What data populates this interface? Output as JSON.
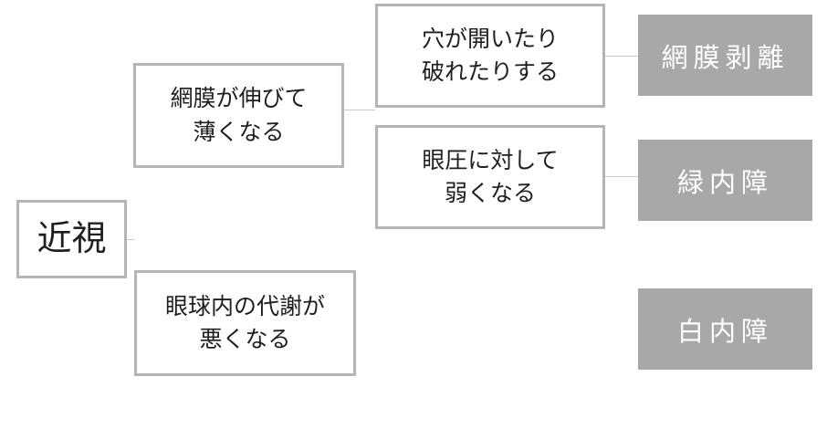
{
  "root": {
    "label": "近視"
  },
  "causes": [
    {
      "id": "retina-thin",
      "label": "網膜が伸びて\n薄くなる"
    },
    {
      "id": "metabolism",
      "label": "眼球内の代謝が\n悪くなる"
    }
  ],
  "effects": [
    {
      "id": "hole",
      "label": "穴が開いたり\n破れたりする"
    },
    {
      "id": "pressure",
      "label": "眼圧に対して\n弱くなる"
    }
  ],
  "outcomes": [
    {
      "id": "detachment",
      "label": "網膜剥離"
    },
    {
      "id": "glaucoma",
      "label": "緑内障"
    },
    {
      "id": "cataract",
      "label": "白内障"
    }
  ],
  "colors": {
    "box_border": "#b5b5b5",
    "outcome_fill": "#a8a8a8",
    "outcome_text": "#ffffff",
    "text": "#1f1f1f"
  }
}
